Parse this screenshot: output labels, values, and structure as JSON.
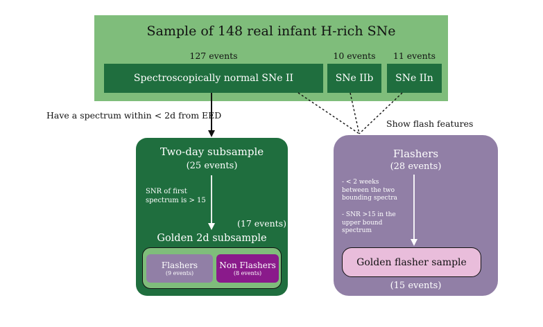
{
  "top": {
    "title": "Sample of 148 real infant H-rich SNe",
    "normal": {
      "count": "127 events",
      "label": "Spectroscopically normal SNe II"
    },
    "iib": {
      "count": "10 events",
      "label": "SNe IIb"
    },
    "iin": {
      "count": "11 events",
      "label": "SNe IIn"
    }
  },
  "edges": {
    "spectrum_cut": "Have a spectrum within < 2d from EED",
    "flash_features": "Show flash features"
  },
  "two_day": {
    "title": "Two-day subsample",
    "count": "(25 events)",
    "snr_line1": "SNR of first",
    "snr_line2": "spectrum is > 15",
    "golden_count": "(17 events)",
    "golden_title": "Golden 2d subsample",
    "flashers": {
      "label": "Flashers",
      "count": "(9 events)"
    },
    "non_flashers": {
      "label": "Non Flashers",
      "count": "(8 events)"
    }
  },
  "flashers": {
    "title": "Flashers",
    "count": "(28 events)",
    "note1_line1": "- < 2 weeks",
    "note1_line2": "between the two",
    "note1_line3": "bounding spectra",
    "note2_line1": "- SNR >15 in the",
    "note2_line2": "upper bound",
    "note2_line3": "spectrum",
    "golden_label": "Golden flasher sample",
    "golden_count": "(15 events)"
  },
  "colors": {
    "light_green": "#7fbd7b",
    "dark_green": "#1f6e3e",
    "lavender": "#917fa6",
    "magenta": "#8a1a8b",
    "pink": "#e9bddb"
  }
}
